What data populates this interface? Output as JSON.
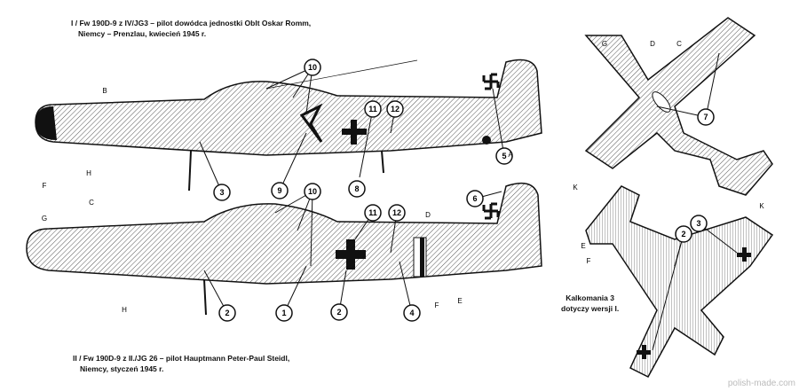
{
  "captions": {
    "top": [
      "I / Fw 190D-9 z IV/JG3 – pilot dowódca jednostki Oblt Oskar Romm,",
      "Niemcy – Prenzlau, kwiecień 1945 r."
    ],
    "bottom": [
      "II / Fw 190D-9 z II./JG 26 – pilot Hauptmann Peter-Paul Steidl,",
      "Niemcy, styczeń 1945 r."
    ],
    "decal": [
      "Kalkomania  3",
      "dotyczy wersji I."
    ]
  },
  "watermark": "polish-made.com",
  "callouts": {
    "top_profile": [
      "10",
      "11",
      "12",
      "3",
      "9",
      "8",
      "5",
      "6"
    ],
    "bottom_profile": [
      "10",
      "11",
      "12",
      "2",
      "1",
      "2",
      "4"
    ],
    "plan_views": [
      "7",
      "2",
      "3"
    ]
  },
  "letters": {
    "top_profile": [
      "B",
      "F",
      "H",
      "A"
    ],
    "bottom_profile": [
      "G",
      "C",
      "D",
      "H",
      "F",
      "E"
    ],
    "top_plan": [
      "G",
      "D",
      "C"
    ],
    "bottom_plan": [
      "K",
      "K",
      "E",
      "F"
    ]
  },
  "colors": {
    "ink": "#111111",
    "hatch": "#555555",
    "paper": "#ffffff"
  }
}
